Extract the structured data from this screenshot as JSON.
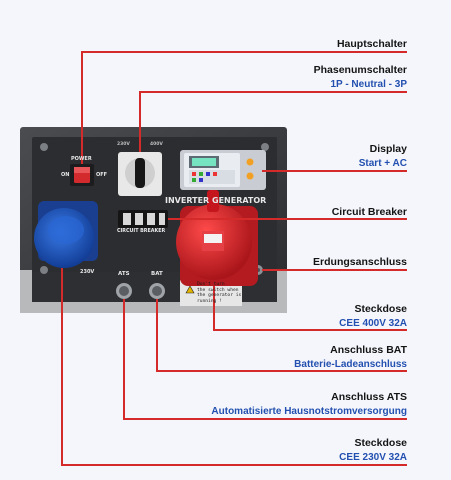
{
  "labels": [
    {
      "title": "Hauptschalter",
      "subtitle": ""
    },
    {
      "title": "Phasenumschalter",
      "subtitle": "1P - Neutral - 3P"
    },
    {
      "title": "Display",
      "subtitle": "Start + AC"
    },
    {
      "title": "Circuit Breaker",
      "subtitle": ""
    },
    {
      "title": "Erdungsanschluss",
      "subtitle": ""
    },
    {
      "title": "Steckdose",
      "subtitle": "CEE 400V 32A"
    },
    {
      "title": "Anschluss BAT",
      "subtitle": "Batterie-Ladeanschluss"
    },
    {
      "title": "Anschluss ATS",
      "subtitle": "Automatisierte Hausnotstromversorgung"
    },
    {
      "title": "Steckdose",
      "subtitle": "CEE 230V 32A"
    }
  ],
  "panel": {
    "power": "POWER",
    "on": "ON",
    "off": "OFF",
    "sel_left": "230V",
    "sel_right": "400V",
    "brand": "INVERTER GENERATOR",
    "breaker": "CIRCUIT BREAKER",
    "volt_left": "230V",
    "ats": "ATS",
    "bat": "BAT",
    "warning": "Don't turn\nthe switch when\nthe generator is\nrunning !"
  },
  "colors": {
    "callout_line": "#d42a2a",
    "subtitle_text": "#2350b0",
    "panel_face": "#2b2d31",
    "socket_blue": "#1d57c6",
    "socket_red": "#d8252a"
  }
}
